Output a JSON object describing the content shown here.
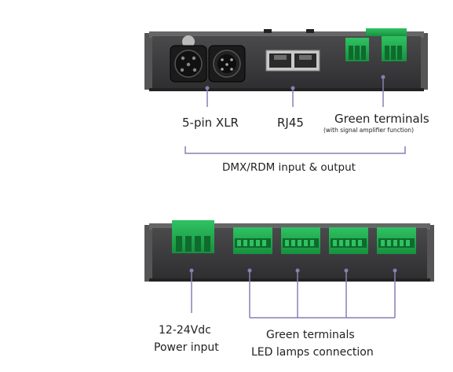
{
  "top_panel": {
    "labels": {
      "xlr": "5-pin XLR",
      "rj45": "RJ45",
      "green_terminals": "Green terminals",
      "green_terminals_note": "(with signal amplifier function)",
      "bracket_caption": "DMX/RDM input & output"
    }
  },
  "bottom_panel": {
    "labels": {
      "power_line1": "12-24Vdc",
      "power_line2": "Power input",
      "led_line1": "Green terminals",
      "led_line2": "LED lamps connection"
    }
  },
  "colors": {
    "device_body": "#3a3a3c",
    "terminal_green": "#1fa84e",
    "leader_line": "#8a7fb3"
  }
}
